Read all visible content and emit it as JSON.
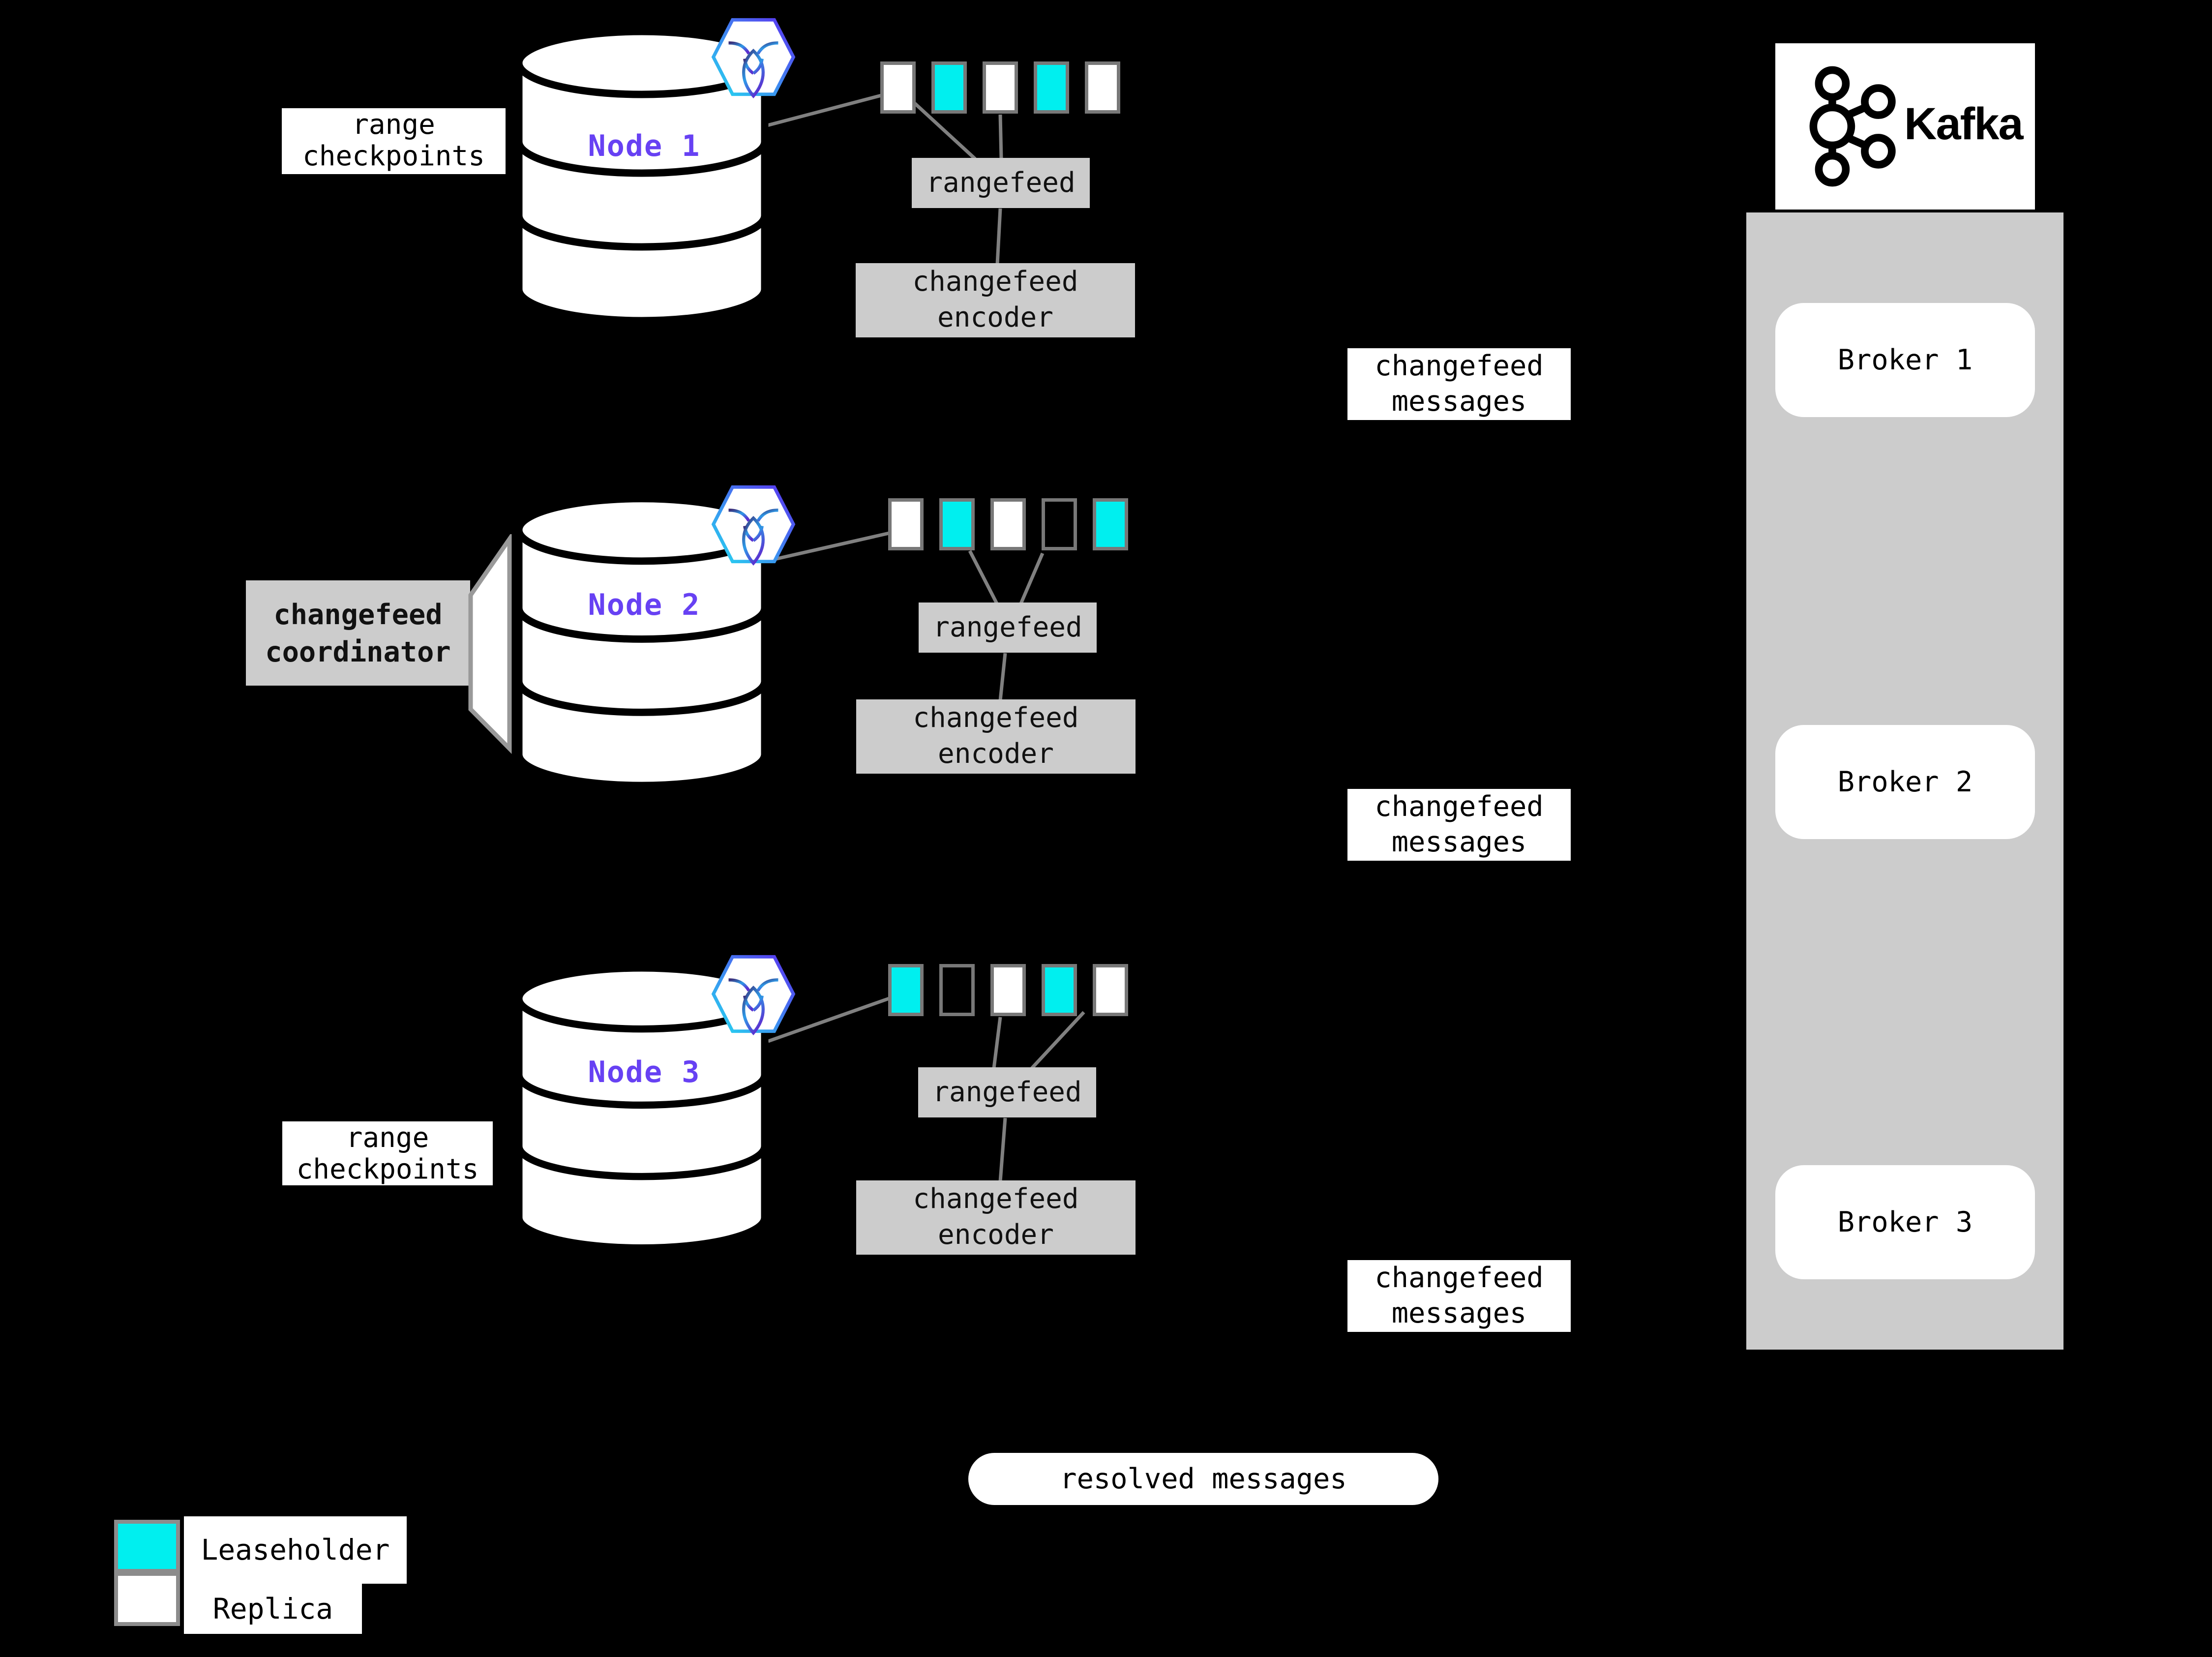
{
  "colors": {
    "background": "#000000",
    "leaseholder_cyan": "#00EFEF",
    "replica_white": "#FFFFFF",
    "panel_gray": "#CCCCCC",
    "border_gray": "#8C8C8C",
    "connector_gray": "#808080",
    "node_label_purple": "#6741F3"
  },
  "nodes": [
    {
      "label": "Node 1",
      "ranges": [
        "replica",
        "leaseholder",
        "replica",
        "leaseholder",
        "replica"
      ],
      "rangefeed_label": "rangefeed",
      "encoder_label": "changefeed\nencoder"
    },
    {
      "label": "Node 2",
      "ranges": [
        "replica",
        "leaseholder",
        "replica",
        "empty",
        "leaseholder"
      ],
      "rangefeed_label": "rangefeed",
      "encoder_label": "changefeed\nencoder",
      "coordinator_label": "changefeed\ncoordinator"
    },
    {
      "label": "Node 3",
      "ranges": [
        "leaseholder",
        "empty",
        "replica",
        "leaseholder",
        "replica"
      ],
      "rangefeed_label": "rangefeed",
      "encoder_label": "changefeed\nencoder"
    }
  ],
  "side_labels": {
    "node1_range_checkpoints": "range\ncheckpoints",
    "node3_range_checkpoints": "range\ncheckpoints"
  },
  "messages": {
    "changefeed_1": "changefeed\nmessages",
    "changefeed_2": "changefeed\nmessages",
    "changefeed_3": "changefeed\nmessages",
    "resolved": "resolved messages"
  },
  "kafka": {
    "wordmark": "Kafka",
    "brokers": [
      {
        "label": "Broker 1"
      },
      {
        "label": "Broker 2"
      },
      {
        "label": "Broker 3"
      }
    ]
  },
  "legend": [
    {
      "label": "Leaseholder",
      "swatch": "leaseholder"
    },
    {
      "label": "Replica",
      "swatch": "replica"
    }
  ]
}
